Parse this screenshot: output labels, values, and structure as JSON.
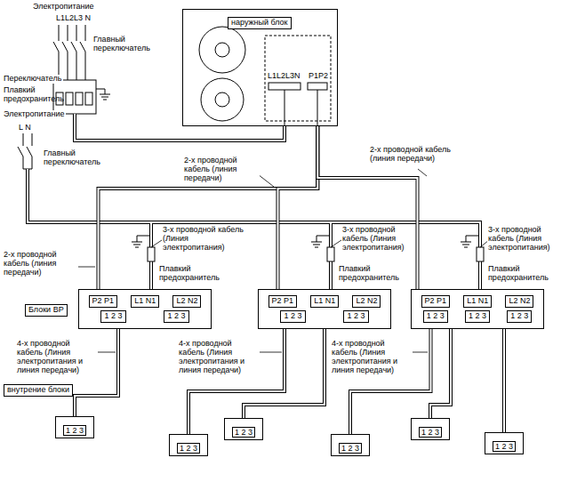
{
  "diagram": {
    "nodes": [
      {
        "text": [
          "наружный блок"
        ]
      },
      {
        "text": [
          "Блоки ВР"
        ]
      },
      {
        "text": [
          "P2 P1",
          "L1 N1",
          "L2 N2",
          "1 2 3",
          "1 2 3"
        ]
      },
      {
        "text": [
          "P2 P1",
          "L1 N1",
          "L2 N2",
          "1 2 3",
          "1 2 3"
        ]
      },
      {
        "text": [
          "P2 P1",
          "L1 N1",
          "L2 N2",
          "1 2 3",
          "1 2 3",
          "1 2 3"
        ]
      },
      {
        "text": [
          "внутрение блоки"
        ]
      },
      {
        "text": [
          "1 2 3"
        ]
      },
      {
        "text": [
          "1 2 3"
        ]
      },
      {
        "text": [
          "1 2 3"
        ]
      },
      {
        "text": [
          "1 2 3"
        ]
      },
      {
        "text": [
          "1 2 3"
        ]
      },
      {
        "text": [
          "1 2 3"
        ]
      }
    ],
    "edges": [
      {
        "from": 0,
        "to": 2,
        "arrow": "none",
        "label": "2-х проводной кабель (линия передачи)"
      },
      {
        "from": 0,
        "to": 3,
        "arrow": "none",
        "label": "2-х проводной кабель (линия передачи)"
      },
      {
        "from": 0,
        "to": 4,
        "arrow": "none",
        "label": "2-х проводной кабель (линия передачи)"
      },
      {
        "from": 2,
        "to": 6,
        "arrow": "none",
        "label": "4-х проводной кабель (Линия электропитания и линия передачи)"
      },
      {
        "from": 3,
        "to": 7,
        "arrow": "none",
        "label": "4-х проводной кабель (Линия электропитания и линия передачи)"
      },
      {
        "from": 3,
        "to": 8,
        "arrow": "none"
      },
      {
        "from": 4,
        "to": 9,
        "arrow": "none",
        "label": "4-х проводной кабель (Линия электропитания и линия передачи)"
      },
      {
        "from": 4,
        "to": 10,
        "arrow": "none"
      },
      {
        "from": 4,
        "to": 11,
        "arrow": "none"
      }
    ],
    "labels": [
      "Электропитание",
      "L1L2L3 N",
      "Главный переключатель",
      "Переключатель",
      "Плавкий предохранитель",
      "Электропитание",
      "L N",
      "Главный переключатель",
      "L1L2L3N",
      "P1P2",
      "3-х проводной кабель (Линия электропитания)",
      "Плавкий предохранитель",
      "3-х проводной кабель (Линия электропитания)",
      "Плавкий предохранитель",
      "3-х проводной кабель (Линия электропитания)",
      "Плавкий предохранитель"
    ]
  }
}
